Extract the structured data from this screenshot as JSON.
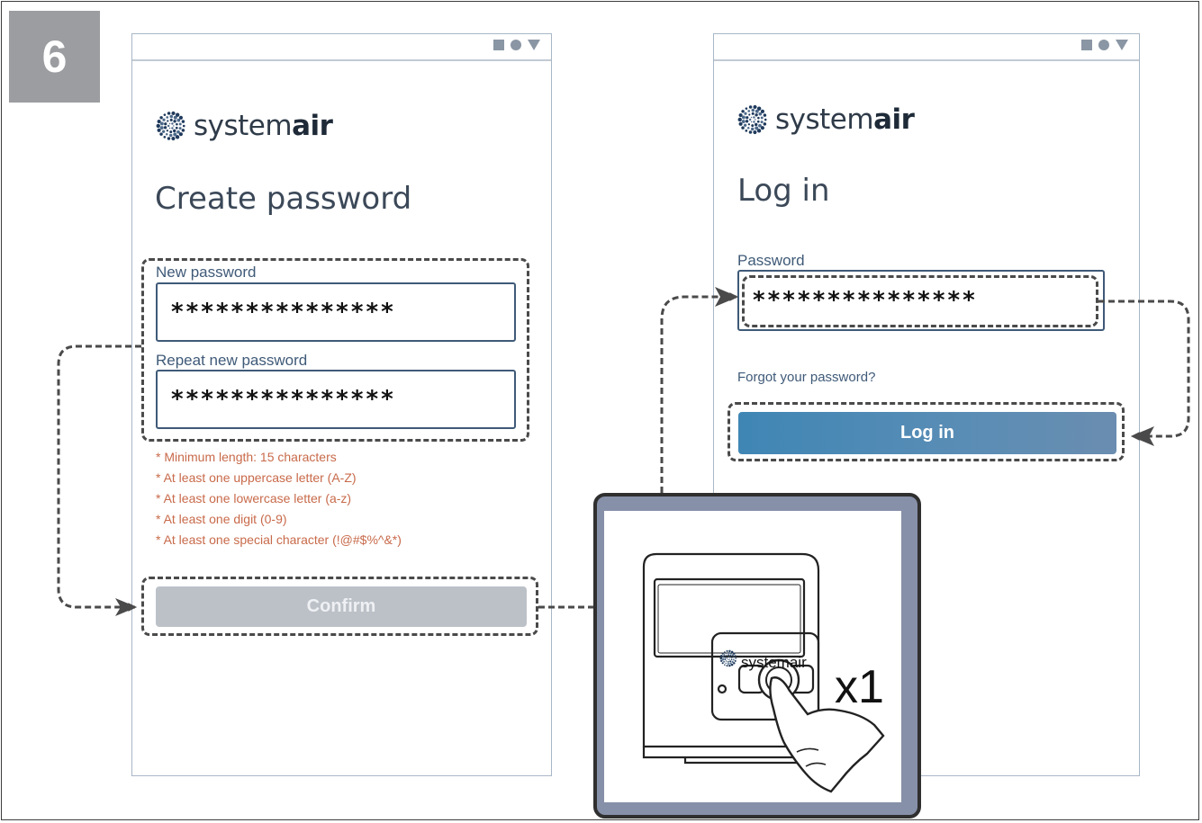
{
  "step": {
    "number": "6"
  },
  "brand": {
    "logo_text_light": "system",
    "logo_text_bold": "air"
  },
  "create_password_screen": {
    "title": "Create password",
    "new_password": {
      "label": "New password",
      "value": "***************"
    },
    "repeat_password": {
      "label": "Repeat new password",
      "value": "***************"
    },
    "requirements": [
      "* Minimum length: 15 characters",
      "* At least one uppercase letter (A-Z)",
      "* At least one lowercase letter (a-z)",
      "* At least one digit (0-9)",
      "* At least one special character (!@#$%^&*)"
    ],
    "confirm_label": "Confirm"
  },
  "login_screen": {
    "title": "Log in",
    "password": {
      "label": "Password",
      "value": "***************"
    },
    "forgot_link": "Forgot your password?",
    "login_label": "Log in"
  },
  "device_inset": {
    "brand": "systemair",
    "press_count": "x1"
  },
  "colors": {
    "step_badge": "#9b9da0",
    "requirements_text": "#c86a4a",
    "confirm_disabled": "#bcc1c8",
    "login_button": "#4a89b4",
    "inset_border": "#8690a8"
  },
  "icons": [
    "status-square-icon",
    "status-circle-icon",
    "status-triangle-icon",
    "systemair-logo-icon",
    "arrow-icon",
    "finger-press-icon"
  ]
}
